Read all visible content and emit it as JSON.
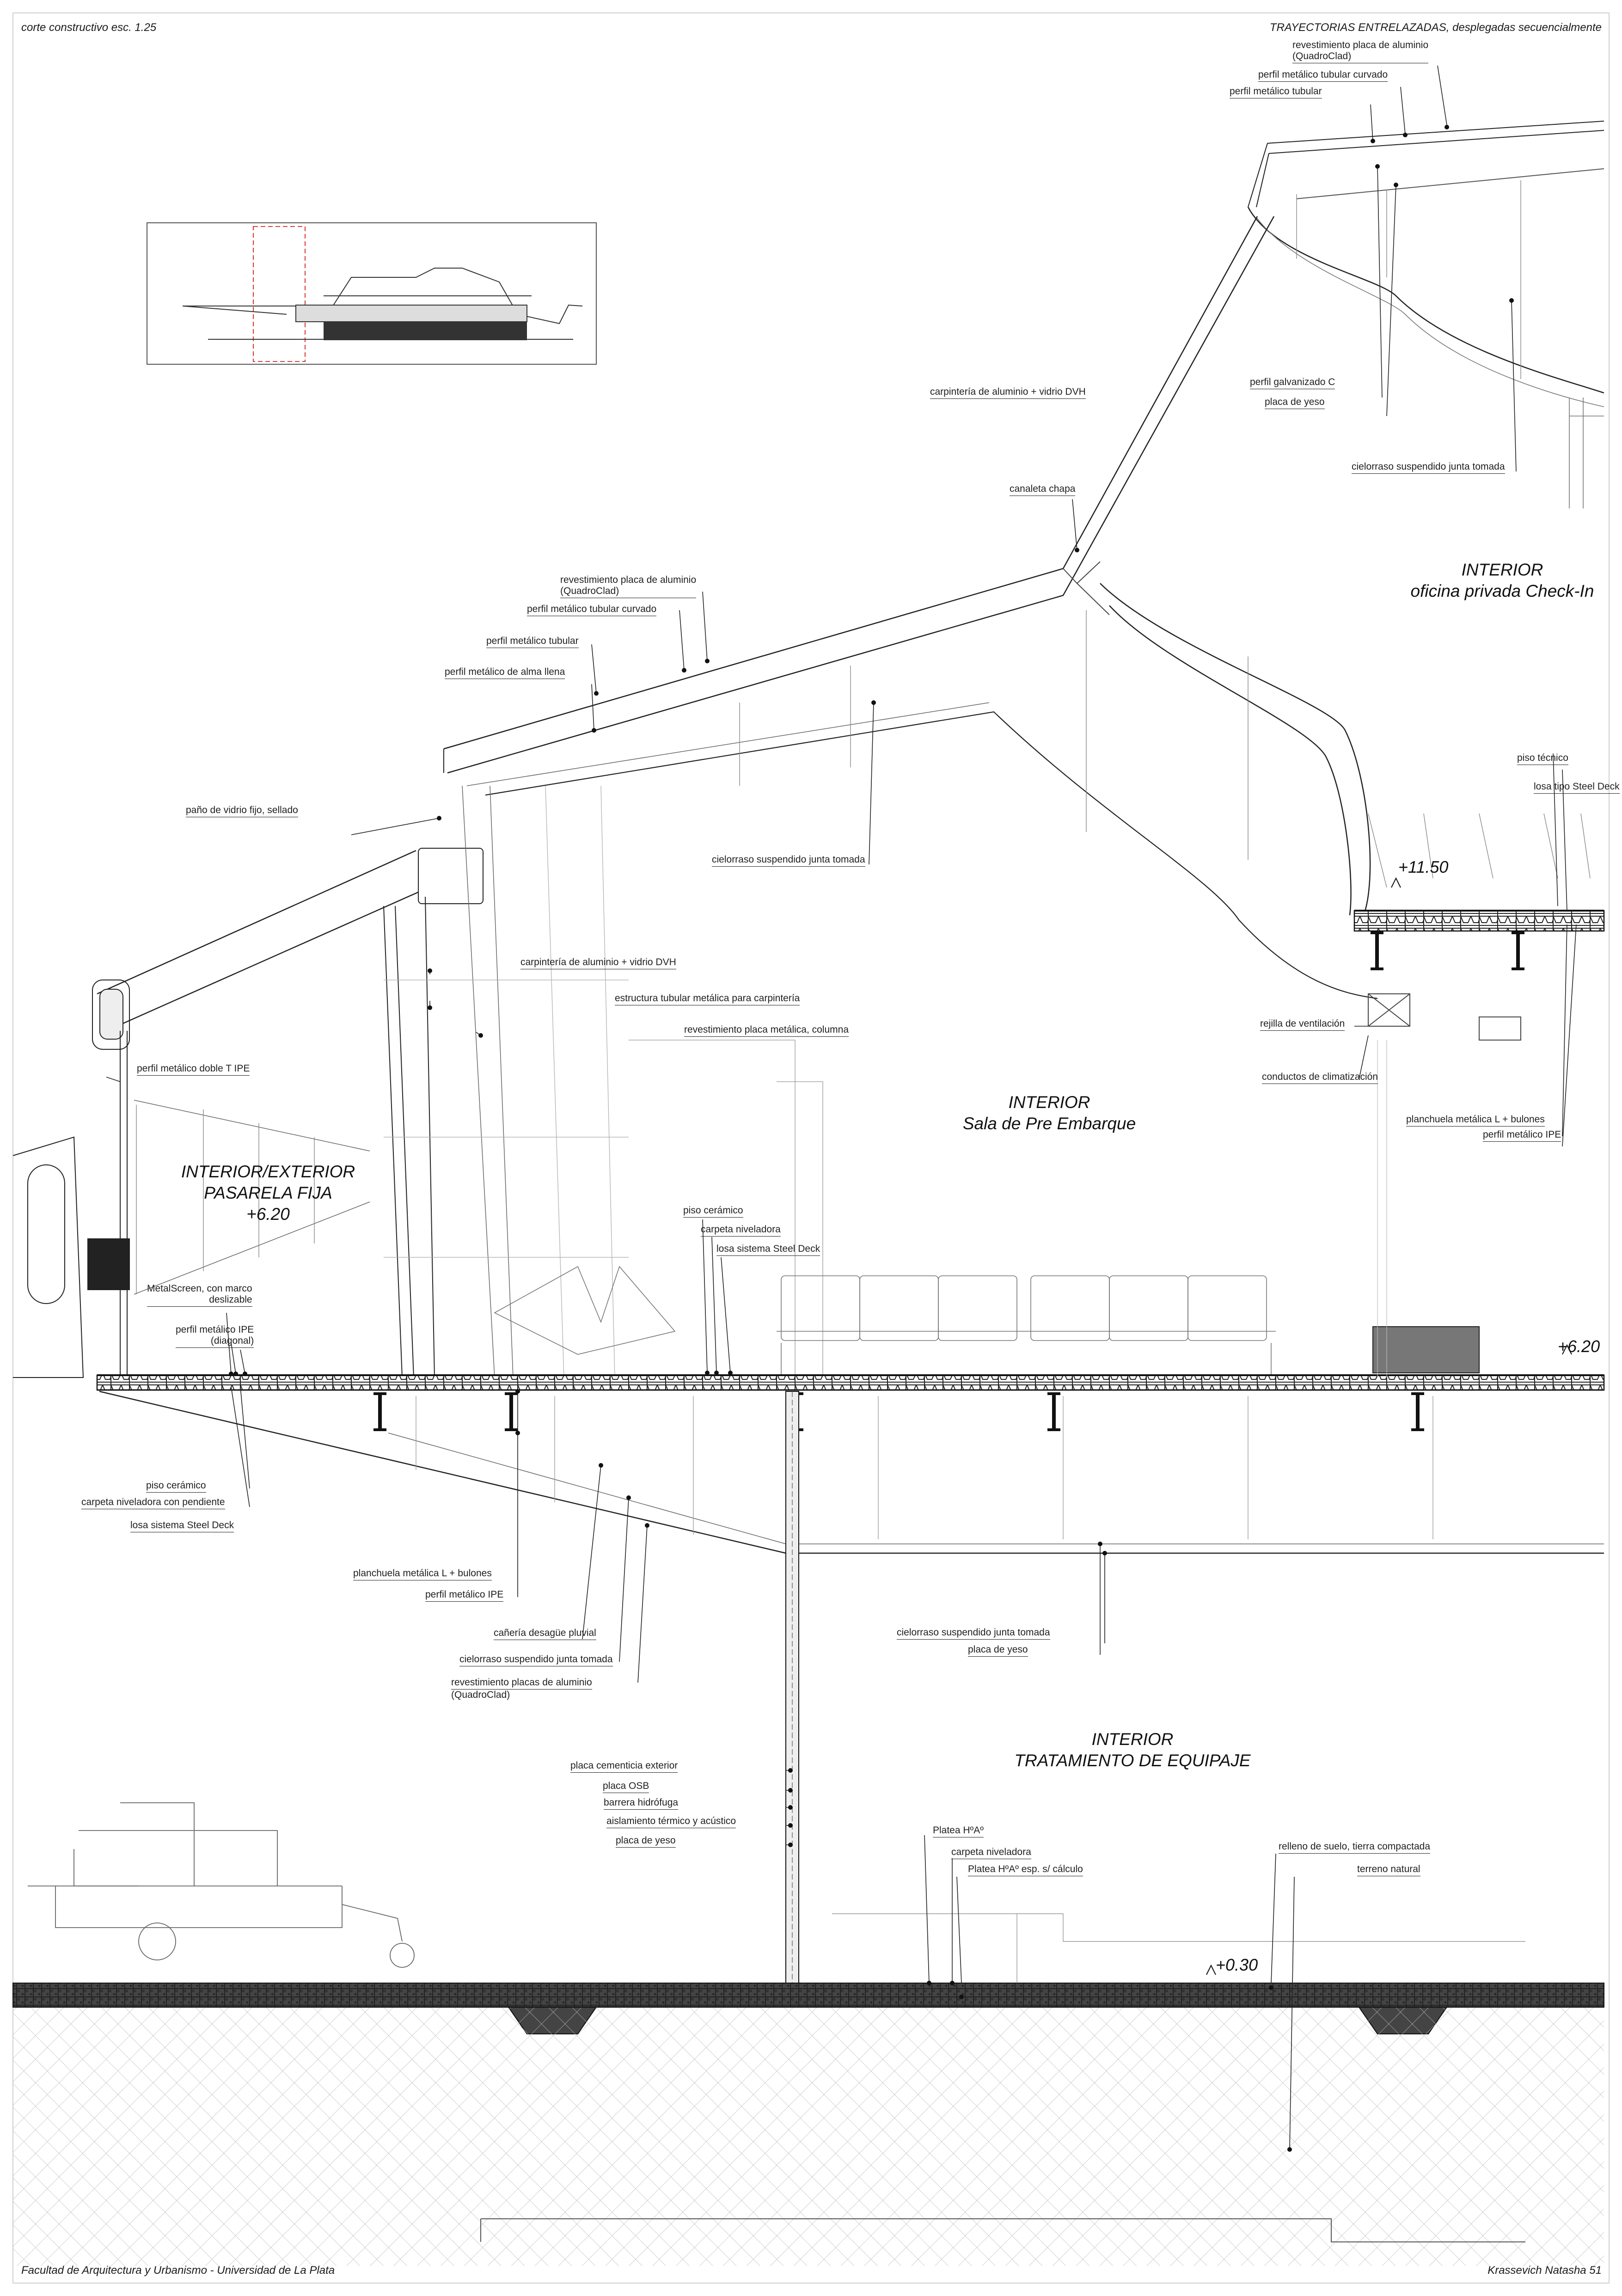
{
  "header": {
    "left": "corte constructivo esc. 1.25",
    "right": "TRAYECTORIAS ENTRELAZADAS, desplegadas secuencialmente"
  },
  "footer": {
    "left": "Facultad de Arquitectura y Urbanismo - Universidad de La Plata",
    "right": "Krassevich Natasha 51"
  },
  "spaces": {
    "checkin": [
      "INTERIOR",
      "oficina privada Check-In"
    ],
    "preembarque": [
      "INTERIOR",
      "Sala de Pre Embarque"
    ],
    "pasarela": [
      "INTERIOR/EXTERIOR",
      "PASARELA FIJA",
      "+6.20"
    ],
    "equipaje": [
      "INTERIOR",
      "TRATAMIENTO DE EQUIPAJE"
    ]
  },
  "levels": {
    "l1150": "+11.50",
    "l620": "+6.20",
    "l030": "+0.30"
  },
  "labels": {
    "top_rev": [
      "revestimiento placa de aluminio",
      "(QuadroClad)"
    ],
    "top_ptc": "perfil metálico tubular curvado",
    "top_pt": "perfil metálico tubular",
    "galv": "perfil galvanizado C",
    "yeso_top": "placa de yeso",
    "carp_top": "carpintería de aluminio + vidrio DVH",
    "cielo_top": "cielorraso suspendido junta tomada",
    "canaleta": "canaleta chapa",
    "mid_rev": [
      "revestimiento placa de aluminio",
      "(QuadroClad)"
    ],
    "mid_ptc": "perfil metálico tubular curvado",
    "mid_pt": "perfil metálico tubular",
    "alma": "perfil metálico de alma llena",
    "vidrio": "paño de vidrio fijo, sellado",
    "cielo_mid": "cielorraso suspendido junta tomada",
    "piso_tec": "piso técnico",
    "losa_sd_r": "losa tipo Steel Deck",
    "carp_mid": "carpintería de aluminio + vidrio DVH",
    "estr_tub": "estructura tubular metálica para carpintería",
    "rev_col": "revestimiento placa metálica, columna",
    "doble_t": "perfil metálico doble T IPE",
    "rejilla": "rejilla de ventilación",
    "conductos": "conductos de climatización",
    "plan_r": "planchuela metálica L + bulones",
    "ipe_r": "perfil metálico IPE",
    "piso_cer_mid": "piso cerámico",
    "carpeta_mid": "carpeta niveladora",
    "losa_mid": "losa sistema Steel Deck",
    "metal_screen": [
      "MetalScreen, con marco",
      "deslizable"
    ],
    "ipe_diag": [
      "perfil metálico IPE",
      "(diagonal)"
    ],
    "piso_cer_l": "piso cerámico",
    "carpeta_pend": "carpeta niveladora con pendiente",
    "losa_l": "losa sistema Steel Deck",
    "plan_l": "planchuela metálica L + bulones",
    "ipe_l": "perfil metálico IPE",
    "caneria": "cañería desagüe pluvial",
    "cielo_l": "cielorraso suspendido junta tomada",
    "rev_l": [
      "revestimiento placas de aluminio",
      "(QuadroClad)"
    ],
    "cielo_low": "cielorraso suspendido junta tomada",
    "yeso_low": "placa de yeso",
    "cementicia": "placa cementicia exterior",
    "osb": "placa OSB",
    "hidrofuga": "barrera hidrófuga",
    "aislamiento": "aislamiento térmico y acústico",
    "yeso_wall": "placa de yeso",
    "platea": "Platea HºAº",
    "carpeta_low": "carpeta niveladora",
    "platea_esp": "Platea HºAº esp. s/ cálculo",
    "relleno": "relleno de suelo, tierra compactada",
    "terreno": "terreno natural"
  }
}
